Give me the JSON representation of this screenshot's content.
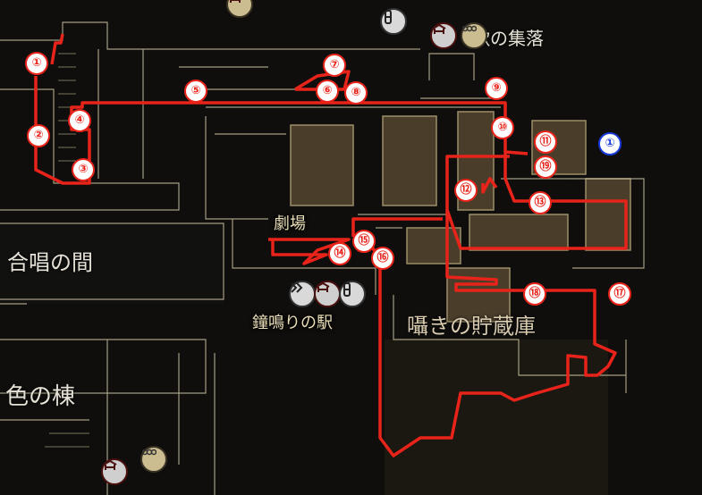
{
  "labels": {
    "village": "歌の集落",
    "chorus_hall": "合唱の間",
    "theater": "劇場",
    "bell_station": "鐘鳴りの駅",
    "whisper_storage": "囁きの貯蔵庫",
    "color_wing": "色の棟"
  },
  "route_markers": [
    "①",
    "②",
    "③",
    "④",
    "⑤",
    "⑥",
    "⑦",
    "⑧",
    "⑨",
    "⑩",
    "⑪",
    "⑫",
    "⑬",
    "⑭",
    "⑮",
    "⑯",
    "⑰",
    "⑱",
    "⑲"
  ],
  "goal_marker": "①",
  "icons": {
    "shrine": "shrine-icon",
    "save_point": "save-point-icon",
    "lantern": "lantern-icon",
    "fast_travel": "fast-travel-icon"
  },
  "colors": {
    "route": "#e8231a",
    "marker_text": "#e8231a",
    "goal": "#1a3ad8",
    "walls": "#cfc7a8"
  }
}
